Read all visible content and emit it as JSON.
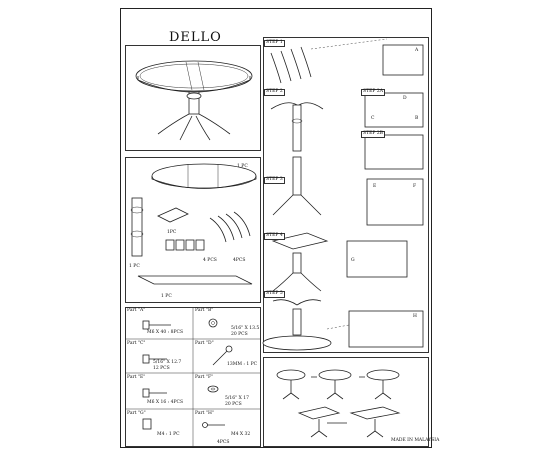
{
  "title": "DELLO",
  "quantities": {
    "top": "1 PC",
    "leg_pc": "1 PC",
    "plate": "1PC",
    "blocks": "4 PCS",
    "legs": "4PCS",
    "leaf": "1 PC"
  },
  "steps": [
    "STEP 1",
    "STEP 2",
    "STEP 2A",
    "STEP 2B",
    "STEP 3",
    "STEP 4",
    "STEP 5"
  ],
  "callouts": [
    "A",
    "B",
    "C",
    "D",
    "E",
    "F",
    "G",
    "H"
  ],
  "parts": [
    {
      "label": "Part \"A\"",
      "spec": "M6 X 40 : 8PCS"
    },
    {
      "label": "Part \"B\"",
      "spec": "5/16\" X 13.5",
      "qty": "20 PCS"
    },
    {
      "label": "Part \"C\"",
      "spec": "5/16\" X 12.7",
      "qty": "12 PCS"
    },
    {
      "label": "Part \"D\"",
      "spec": "13MM : 1 PC"
    },
    {
      "label": "Part \"E\"",
      "spec": "M6 X 16 : 4PCS"
    },
    {
      "label": "Part \"F\"",
      "spec": "5/16\" X 17",
      "qty": "20 PCS"
    },
    {
      "label": "Part \"G\"",
      "spec": "M4 : 1 PC"
    },
    {
      "label": "Part \"H\"",
      "spec": "M4 X 32",
      "qty": "4PCS"
    }
  ],
  "footer": "MADE IN MALAYSIA"
}
